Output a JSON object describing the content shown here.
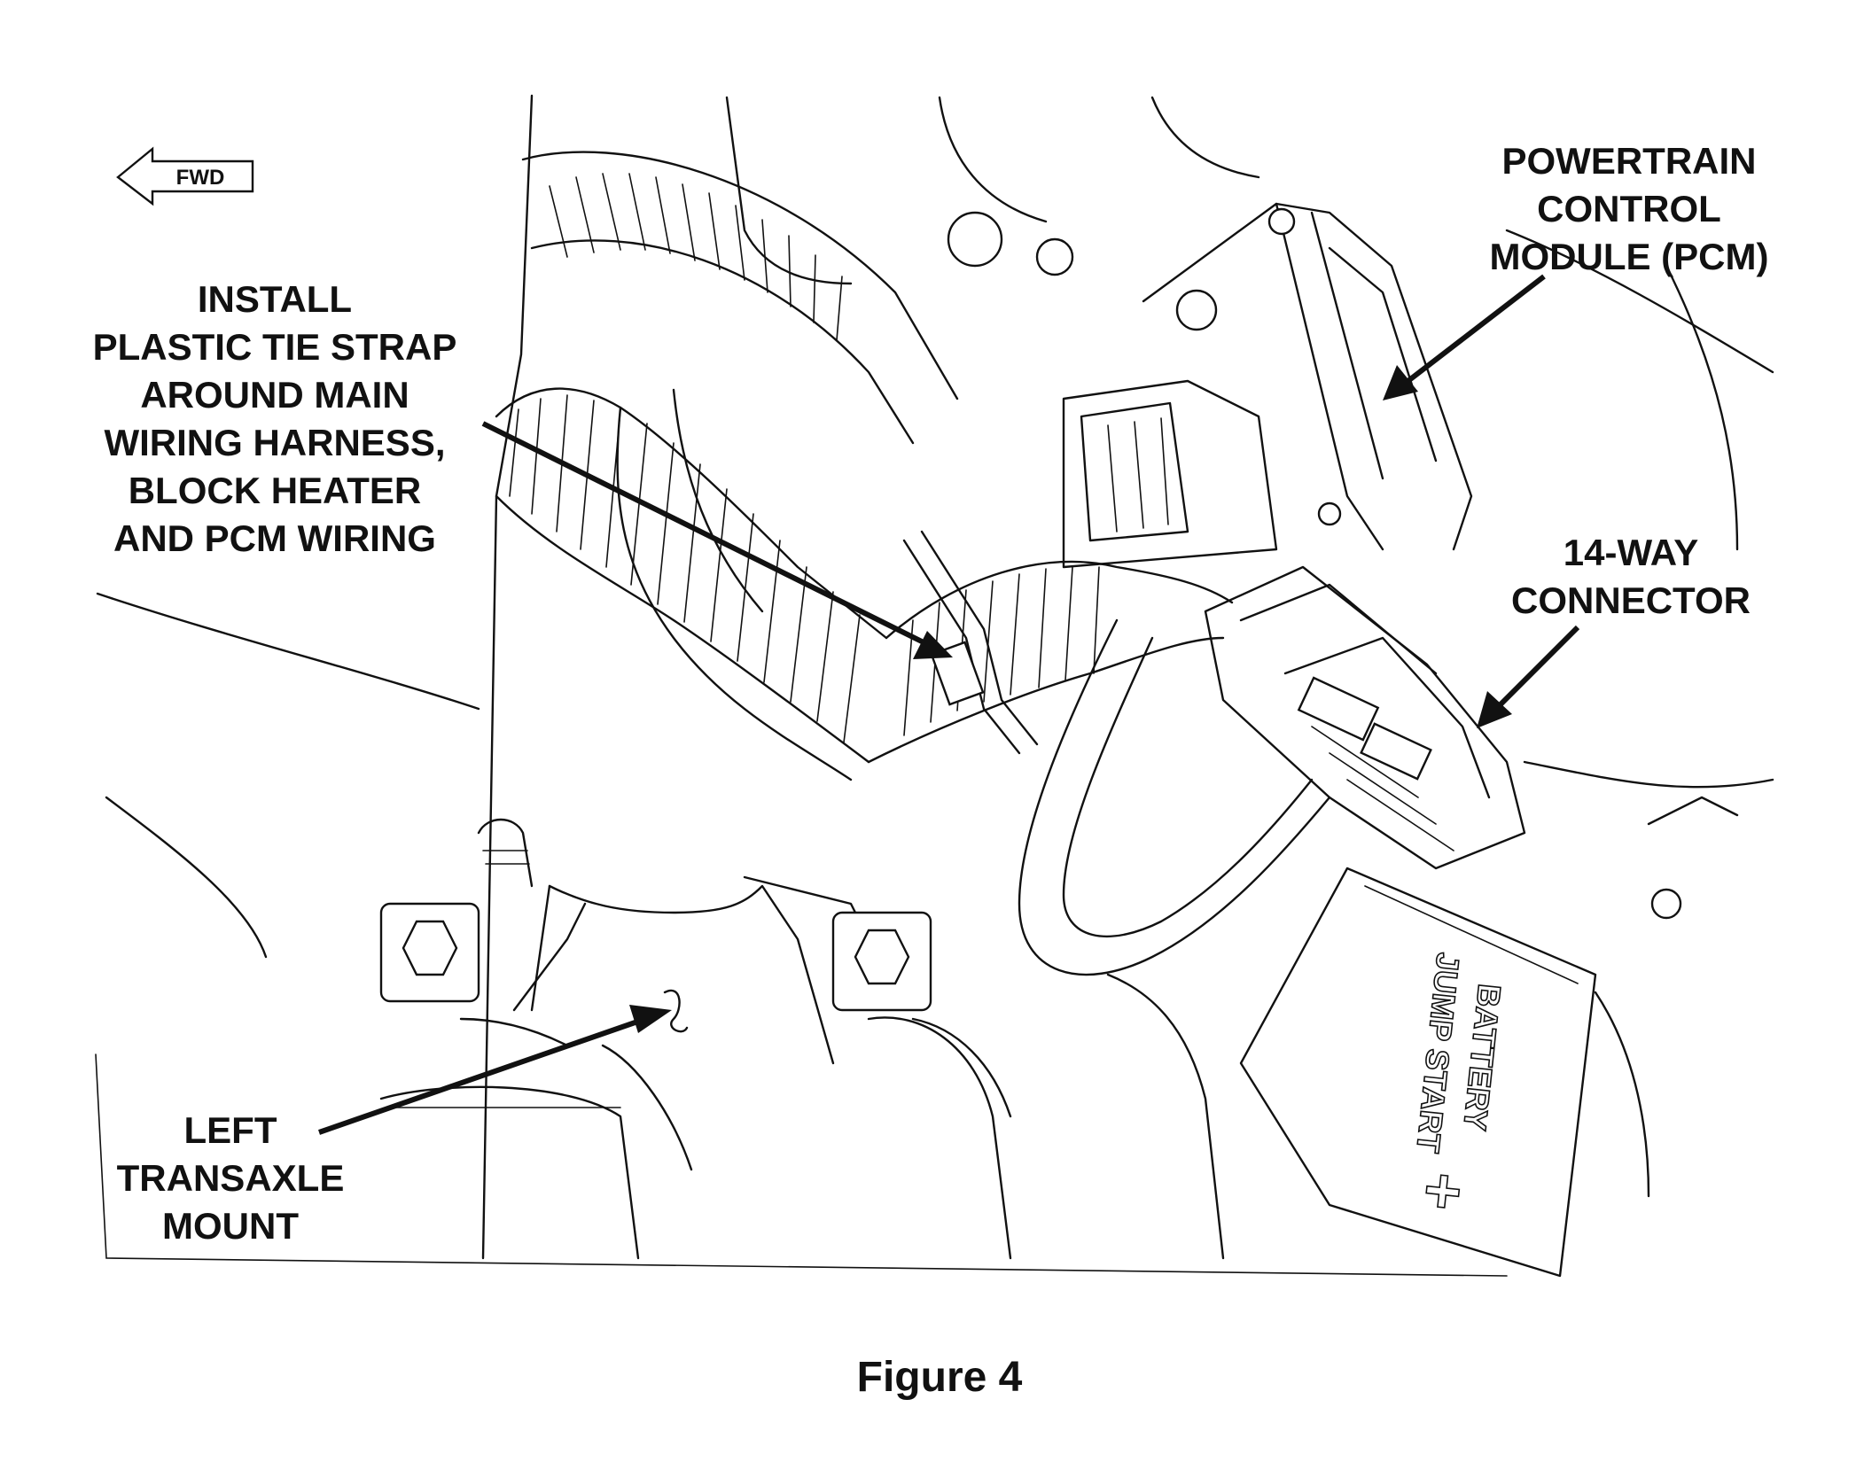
{
  "fwd_indicator": {
    "label": "FWD"
  },
  "callouts": {
    "tie_strap": [
      "INSTALL",
      "PLASTIC TIE STRAP",
      "AROUND MAIN",
      "WIRING HARNESS,",
      "BLOCK HEATER",
      "AND PCM WIRING"
    ],
    "pcm": [
      "POWERTRAIN",
      "CONTROL",
      "MODULE (PCM)"
    ],
    "connector": [
      "14-WAY",
      "CONNECTOR"
    ],
    "transaxle_mount": [
      "LEFT",
      "TRANSAXLE",
      "MOUNT"
    ]
  },
  "battery_box": {
    "line1": "BATTERY",
    "line2": "JUMP START",
    "plus_symbol": "+"
  },
  "caption": "Figure 4"
}
